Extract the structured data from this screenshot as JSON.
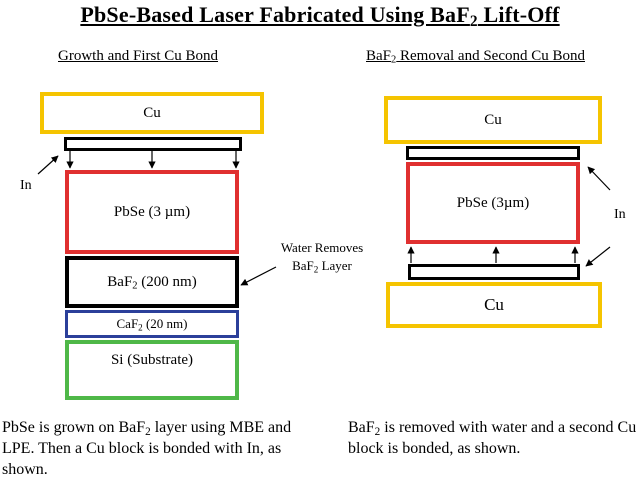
{
  "title": {
    "pre": "PbSe-Based Laser Fabricated Using BaF",
    "sub": "2",
    "post": " Lift-Off"
  },
  "left_heading": "Growth and First Cu Bond",
  "right_heading": {
    "pre": "BaF",
    "sub": "2",
    "post": " Removal and Second Cu Bond"
  },
  "left_stack": {
    "cu": "Cu",
    "pbse": "PbSe (3 µm)",
    "baf2": {
      "pre": "BaF",
      "sub": "2",
      "post": " (200 nm)"
    },
    "caf2": {
      "pre": "CaF",
      "sub": "2",
      "post": " (20 nm)"
    },
    "si": "Si (Substrate)",
    "in_label": "In"
  },
  "water_note": {
    "line1": "Water Removes",
    "pre": "BaF",
    "sub": "2",
    "post": " Layer"
  },
  "right_stack": {
    "cu_top": "Cu",
    "pbse": "PbSe (3µm)",
    "cu_bottom": "Cu",
    "in_label": "In"
  },
  "left_caption": {
    "pre": "PbSe is grown on BaF",
    "sub": "2",
    "post": " layer using MBE and LPE.  Then a Cu block is bonded with In, as shown."
  },
  "right_caption": {
    "pre": "BaF",
    "sub": "2",
    "post": " is removed with water and a second Cu block is bonded, as shown."
  },
  "colors": {
    "cu": "#f5c400",
    "pbse": "#e03030",
    "baf2": "#000000",
    "caf2": "#2b3f9a",
    "si": "#4fb848"
  }
}
